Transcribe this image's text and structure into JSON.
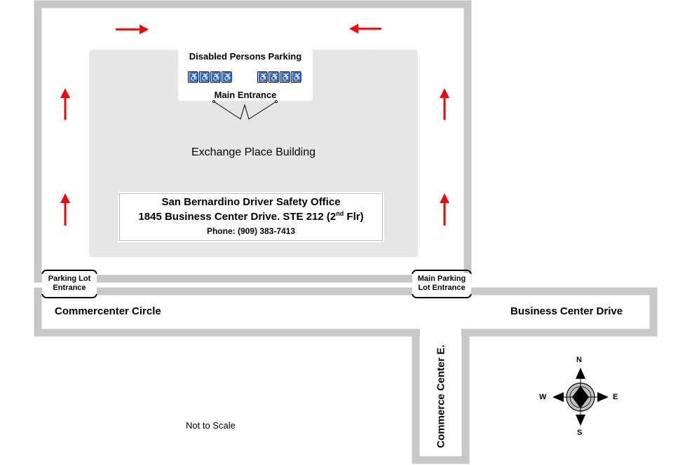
{
  "labels": {
    "disabled_parking": "Disabled Persons Parking",
    "main_entrance": "Main Entrance",
    "building": "Exchange Place Building",
    "office_name": "San Bernardino Driver Safety Office",
    "address_main": "1845 Business Center Drive. STE 212 (2",
    "address_sup": "nd",
    "address_end": " Flr)",
    "phone": "Phone: (909) 383-7413",
    "parking_lot_entrance": "Parking Lot Entrance",
    "main_parking_lot_entrance": "Main Parking Lot Entrance",
    "commercenter_circle": "Commercenter Circle",
    "business_center_drive": "Business Center Drive",
    "commerce_center_e": "Commerce Center E.",
    "not_to_scale": "Not to Scale"
  },
  "compass": {
    "n": "N",
    "s": "S",
    "e": "E",
    "w": "W"
  },
  "parking_icons": {
    "left_count": 4,
    "right_count": 4,
    "icon": "wheelchair-icon",
    "glyph": "♿"
  },
  "colors": {
    "road": "#c8c8c8",
    "building": "#e6e6e6",
    "arrow": "#ff0000",
    "text": "#000000"
  },
  "arrows": [
    {
      "name": "arrow-right-top",
      "direction": "right"
    },
    {
      "name": "arrow-left-top",
      "direction": "left"
    },
    {
      "name": "arrow-up-left-upper",
      "direction": "up"
    },
    {
      "name": "arrow-up-left-lower",
      "direction": "up"
    },
    {
      "name": "arrow-up-right-upper",
      "direction": "up"
    },
    {
      "name": "arrow-up-right-lower",
      "direction": "up"
    }
  ]
}
